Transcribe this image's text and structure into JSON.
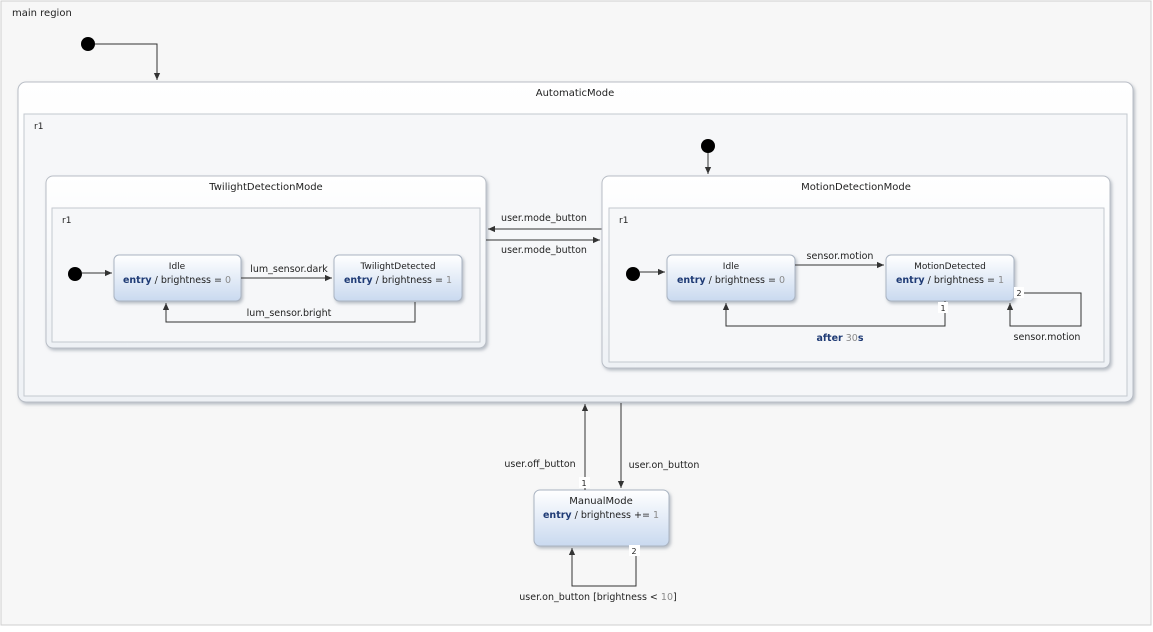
{
  "diagram": {
    "main_region_label": "main region",
    "automatic": {
      "title": "AutomaticMode",
      "region_label": "r1",
      "twilight": {
        "title": "TwilightDetectionMode",
        "region_label": "r1",
        "idle": {
          "name": "Idle",
          "keyword": "entry",
          "action": " / brightness = ",
          "value": "0"
        },
        "detected": {
          "name": "TwilightDetected",
          "keyword": "entry",
          "action": " / brightness = ",
          "value": "1"
        },
        "t_dark": "lum_sensor.dark",
        "t_bright": "lum_sensor.bright"
      },
      "motion": {
        "title": "MotionDetectionMode",
        "region_label": "r1",
        "idle": {
          "name": "Idle",
          "keyword": "entry",
          "action": " / brightness = ",
          "value": "0"
        },
        "detected": {
          "name": "MotionDetected",
          "keyword": "entry",
          "action": " / brightness = ",
          "value": "1"
        },
        "t_motion": "sensor.motion",
        "t_after_kw": "after",
        "t_after_val": "30",
        "t_after_unit": "s",
        "t_self": "sensor.motion",
        "prio_after": "1",
        "prio_self": "2"
      },
      "t_mode_top": "user.mode_button",
      "t_mode_bottom": "user.mode_button"
    },
    "manual": {
      "name": "ManualMode",
      "keyword": "entry",
      "action": " / brightness += ",
      "value": "1",
      "t_off": "user.off_button",
      "t_on": "user.on_button",
      "prio_off": "1",
      "prio_self": "2",
      "t_self_pre": "user.on_button [brightness < ",
      "t_self_val": "10",
      "t_self_post": "]"
    }
  },
  "colors": {
    "frame_border": "#b9bec6",
    "state_top": "#ffffff",
    "state_bottom": "#c9d9ef",
    "keyword": "#1f3b75",
    "number": "#8a8a8a",
    "edge": "#333333"
  }
}
